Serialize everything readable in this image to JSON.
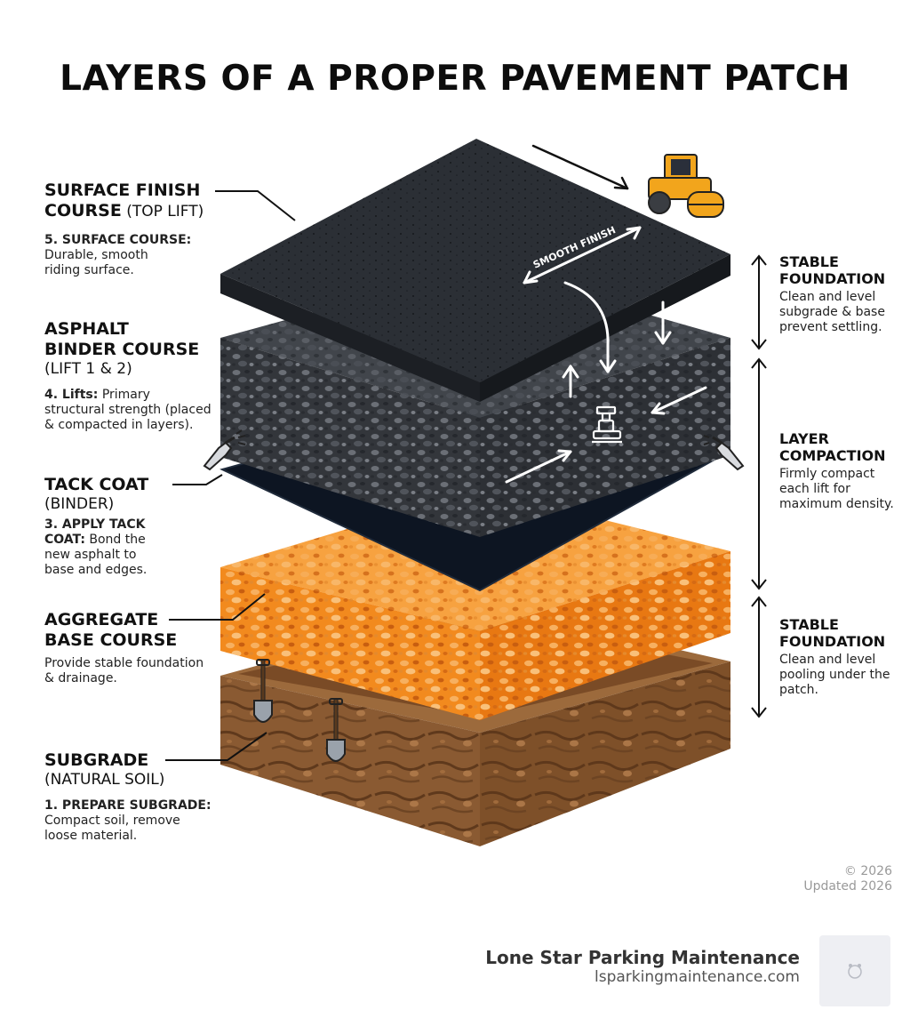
{
  "title": "LAYERS OF A PROPER PAVEMENT PATCH",
  "left_labels": {
    "surface": {
      "heading_1": "SURFACE FINISH",
      "heading_2": "COURSE",
      "heading_2_suffix": " (TOP LIFT)",
      "desc_bold": "5. SURFACE COURSE:",
      "desc": "Durable, smooth riding surface."
    },
    "binder": {
      "heading_1": "ASPHALT",
      "heading_2": "BINDER COURSE",
      "sub": "(LIFT 1 & 2)",
      "desc_bold": "4. Lifts:",
      "desc": " Primary structural strength (placed & compacted in layers)."
    },
    "tack": {
      "heading": "TACK COAT",
      "sub": "(BINDER)",
      "desc_bold": "3. APPLY TACK COAT:",
      "desc": " Bond the new asphalt to base and edges."
    },
    "aggregate": {
      "heading_1": "AGGREGATE",
      "heading_2": "BASE COURSE",
      "desc": "Provide stable foundation & drainage."
    },
    "subgrade": {
      "heading": "SUBGRADE",
      "sub": "(NATURAL SOIL)",
      "desc_bold": "1. PREPARE SUBGRADE:",
      "desc": "Compact soil, remove loose material."
    }
  },
  "right_labels": [
    {
      "heading": "STABLE FOUNDATION",
      "desc": "Clean and level subgrade & base prevent settling."
    },
    {
      "heading": "LAYER COMPACTION",
      "desc": "Firmly compact each lift for maximum density."
    },
    {
      "heading": "STABLE FOUNDATION",
      "desc": "Clean and level pooling under the patch."
    }
  ],
  "surface_annotation": "SMOOTH FINISH",
  "copyright": "© 2026",
  "updated": "Updated 2026",
  "brand_name": "Lone Star Parking Maintenance",
  "brand_url": "lsparkingmaintenance.com",
  "colors": {
    "surface": "#2b2f35",
    "binder": "#3a3d42",
    "tack": "#0d1522",
    "aggregate": "#f28a1e",
    "soil": "#8a5a32",
    "roller": "#f2a51c"
  },
  "icons": [
    "roller-icon",
    "plate-compactor-icon",
    "spray-wand-icon",
    "shovel-icon"
  ]
}
